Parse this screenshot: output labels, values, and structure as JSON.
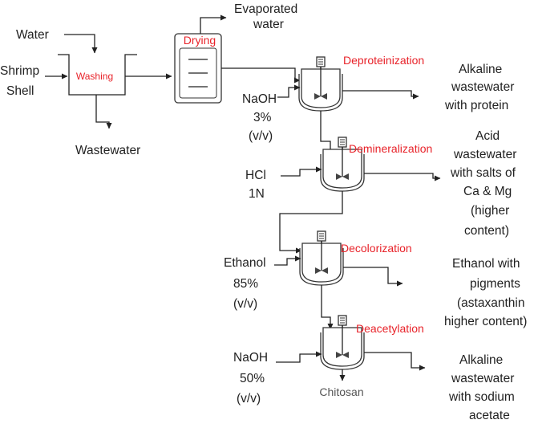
{
  "inputs": {
    "water": "Water",
    "shrimp_shell": [
      "Shrimp",
      "Shell"
    ],
    "naoh_3": [
      "NaOH",
      "3%",
      "(v/v)"
    ],
    "hcl": [
      "HCl",
      "1N"
    ],
    "ethanol": [
      "Ethanol",
      "85%",
      "(v/v)"
    ],
    "naoh_50": [
      "NaOH",
      "50%",
      "(v/v)"
    ]
  },
  "units": {
    "washing": "Washing",
    "drying": "Drying",
    "deproteinization": "Deproteinization",
    "demineralization": "Demineralization",
    "decolorization": "Decolorization",
    "deacetylation": "Deacetylation"
  },
  "outputs": {
    "wastewater": "Wastewater",
    "evaporated_water": [
      "Evaporated",
      "water"
    ],
    "alkaline_protein": [
      "Alkaline",
      "wastewater",
      "with protein"
    ],
    "acid_salts": [
      "Acid",
      "wastewater",
      "with salts of",
      "Ca & Mg",
      "(higher",
      "content)"
    ],
    "ethanol_pigments": [
      "Ethanol with",
      "pigments",
      "(astaxanthin",
      "higher content)"
    ],
    "alkaline_acetate": [
      "Alkaline",
      "wastewater",
      "with sodium",
      "acetate"
    ],
    "chitosan": "Chitosan"
  },
  "colors": {
    "unit_label": "#e8232a",
    "text": "#222222",
    "line": "#222222"
  }
}
